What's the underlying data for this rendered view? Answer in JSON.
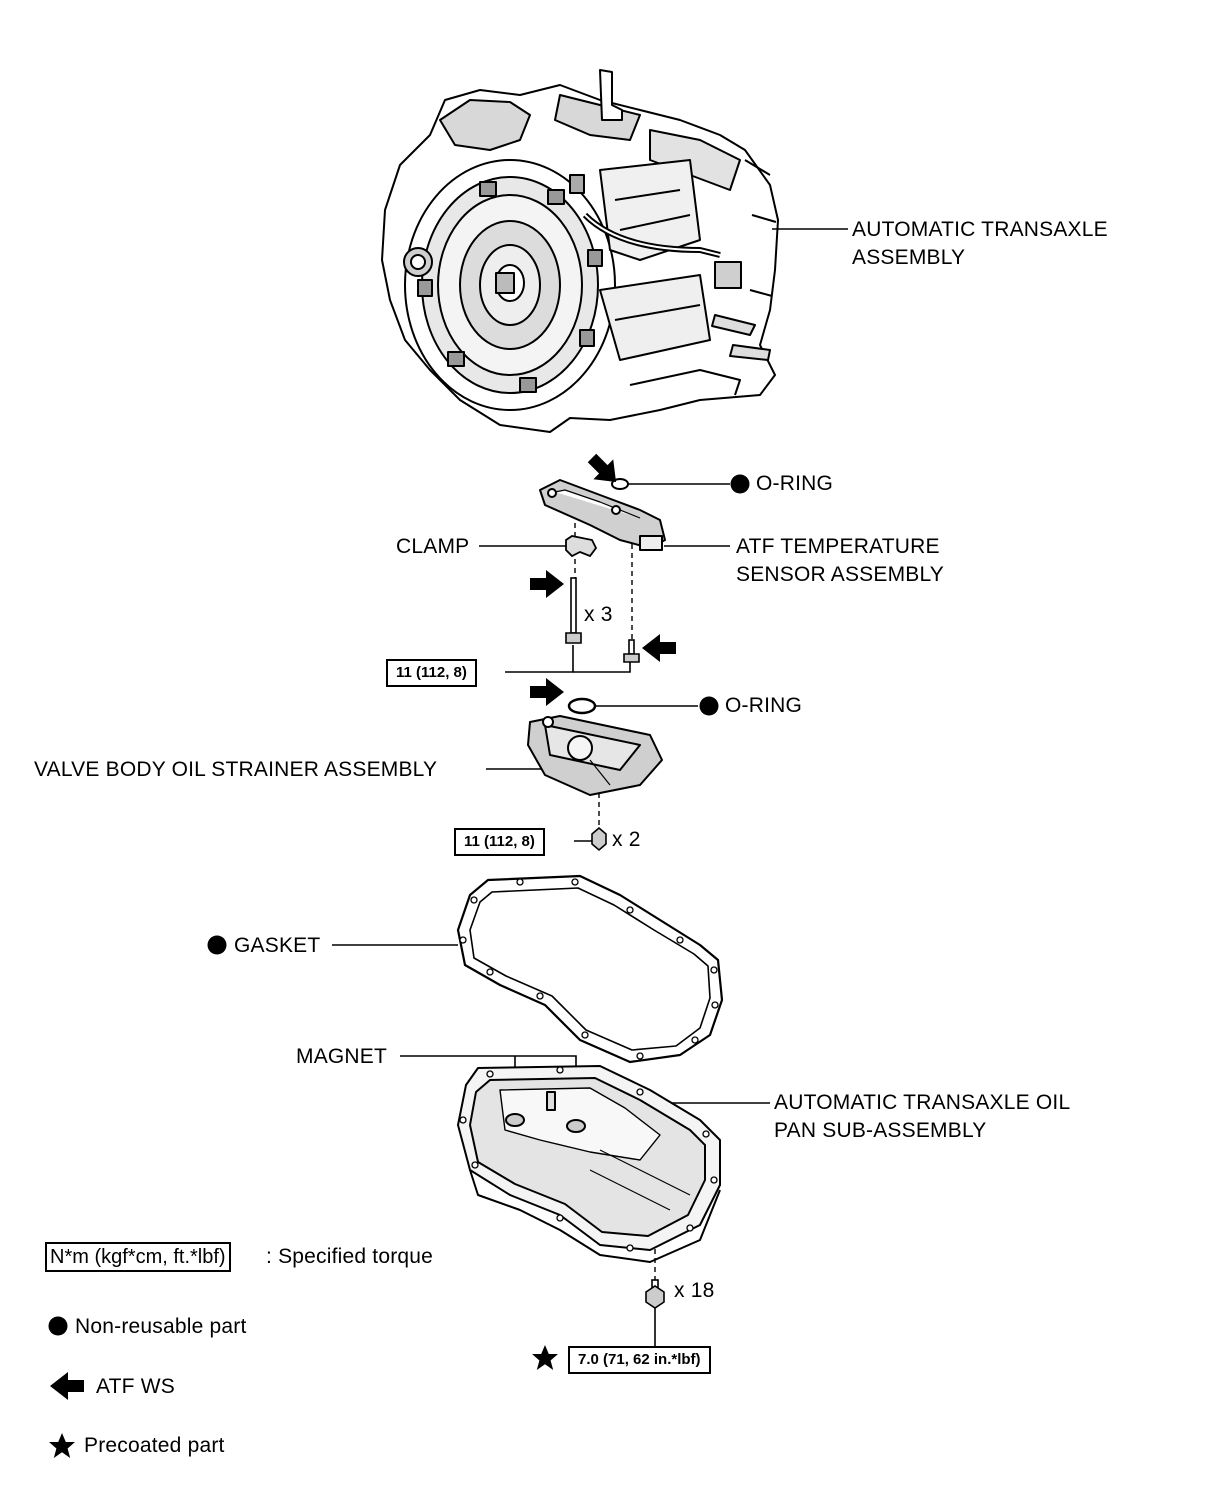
{
  "labels": {
    "transaxle": [
      "AUTOMATIC TRANSAXLE",
      "ASSEMBLY"
    ],
    "oring_top": "O-RING",
    "clamp": "CLAMP",
    "atf_sensor": [
      "ATF TEMPERATURE",
      "SENSOR ASSEMBLY"
    ],
    "qty_bolts_sensor": "x 3",
    "oring_mid": "O-RING",
    "strainer": "VALVE BODY OIL STRAINER ASSEMBLY",
    "qty_bolts_strainer": "x 2",
    "gasket": "GASKET",
    "magnet": "MAGNET",
    "oil_pan": [
      "AUTOMATIC TRANSAXLE OIL",
      "PAN SUB-ASSEMBLY"
    ],
    "qty_bolts_pan": "x 18"
  },
  "torques": {
    "sensor_bolts": "11 (112, 8)",
    "strainer_bolts": "11 (112, 8)",
    "pan_bolts": "7.0 (71, 62 in.*lbf)"
  },
  "legend": {
    "torque_box": "N*m (kgf*cm, ft.*lbf)",
    "torque_text": ": Specified torque",
    "non_reusable": "Non-reusable part",
    "atf_ws": "ATF WS",
    "precoated": "Precoated part"
  },
  "icons": {
    "non_reusable": "filled-circle-icon",
    "atf_ws": "arrow-left-icon",
    "precoated": "star-icon"
  }
}
